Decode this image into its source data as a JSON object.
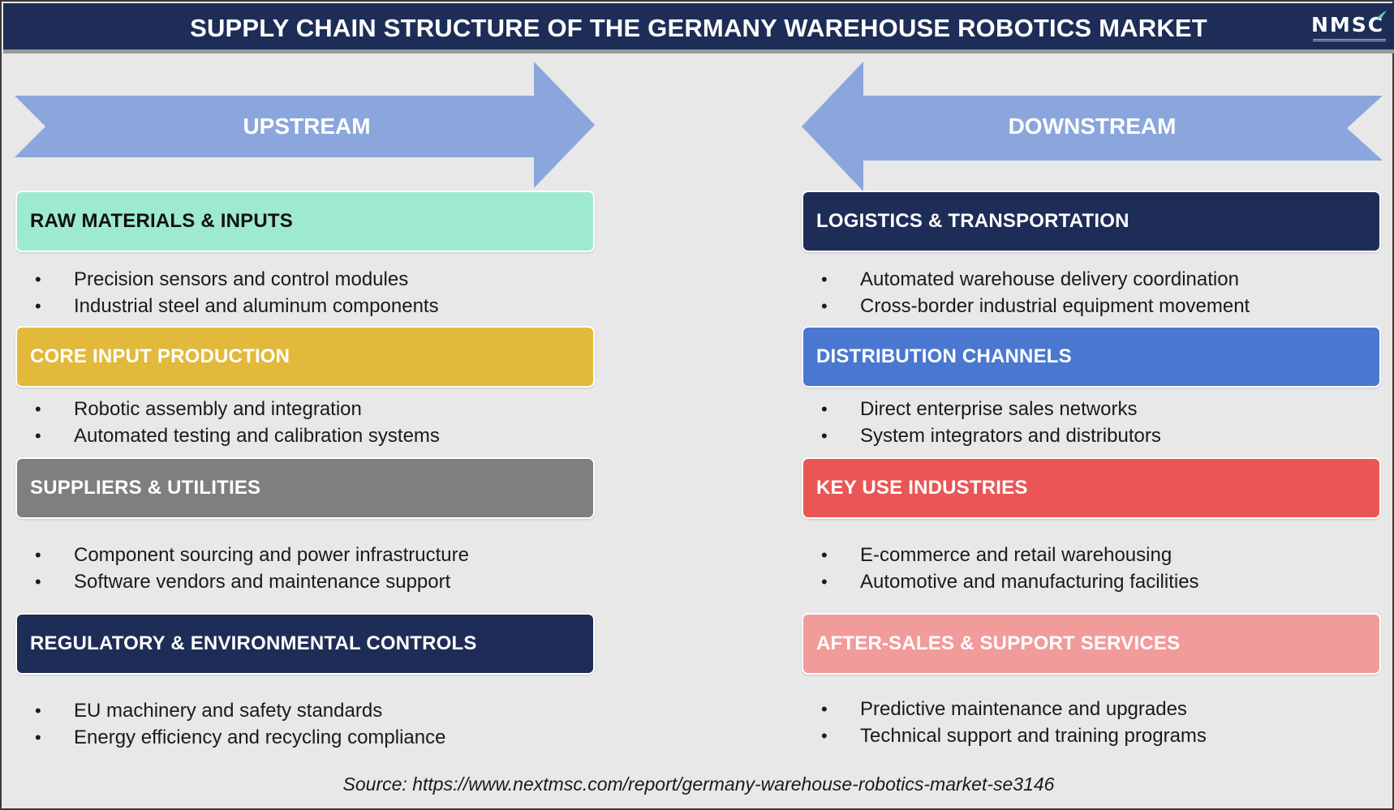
{
  "title": "SUPPLY CHAIN STRUCTURE OF THE GERMANY WAREHOUSE ROBOTICS MARKET",
  "logo": {
    "text": "NMSC",
    "icon": "swoosh-logo-icon"
  },
  "arrows": {
    "upstream": {
      "label": "UPSTREAM",
      "color": "#8aa6dc"
    },
    "downstream": {
      "label": "DOWNSTREAM",
      "color": "#8aa6dc"
    }
  },
  "upstream_sections": [
    {
      "header": "RAW MATERIALS & INPUTS",
      "bg": "#9eead0",
      "fg": "#111111",
      "items": [
        "Precision sensors and control modules",
        "Industrial steel and aluminum components"
      ]
    },
    {
      "header": "CORE INPUT PRODUCTION",
      "bg": "#e2b93b",
      "fg": "#ffffff",
      "items": [
        "Robotic assembly and integration",
        "Automated testing and calibration systems"
      ]
    },
    {
      "header": "SUPPLIERS & UTILITIES",
      "bg": "#7f7f7f",
      "fg": "#ffffff",
      "items": [
        "Component sourcing and power infrastructure",
        "Software vendors and maintenance support"
      ]
    },
    {
      "header": "REGULATORY & ENVIRONMENTAL CONTROLS",
      "bg": "#1e2d57",
      "fg": "#ffffff",
      "items": [
        "EU machinery and safety standards",
        "Energy efficiency and recycling compliance"
      ]
    }
  ],
  "downstream_sections": [
    {
      "header": "LOGISTICS & TRANSPORTATION",
      "bg": "#1e2d57",
      "fg": "#ffffff",
      "items": [
        "Automated warehouse delivery coordination",
        "Cross-border industrial equipment movement"
      ]
    },
    {
      "header": "DISTRIBUTION CHANNELS",
      "bg": "#4a78d0",
      "fg": "#ffffff",
      "items": [
        "Direct enterprise sales networks",
        "System integrators and distributors"
      ]
    },
    {
      "header": "KEY USE INDUSTRIES",
      "bg": "#ea5656",
      "fg": "#ffffff",
      "items": [
        "E-commerce and retail warehousing",
        "Automotive and manufacturing facilities"
      ]
    },
    {
      "header": "AFTER-SALES & SUPPORT SERVICES",
      "bg": "#f29b9b",
      "fg": "#ffffff",
      "items": [
        "Predictive maintenance and upgrades",
        "Technical support and training programs"
      ]
    }
  ],
  "bullet_char": "•",
  "source": "Source: https://www.nextmsc.com/report/germany-warehouse-robotics-market-se3146"
}
